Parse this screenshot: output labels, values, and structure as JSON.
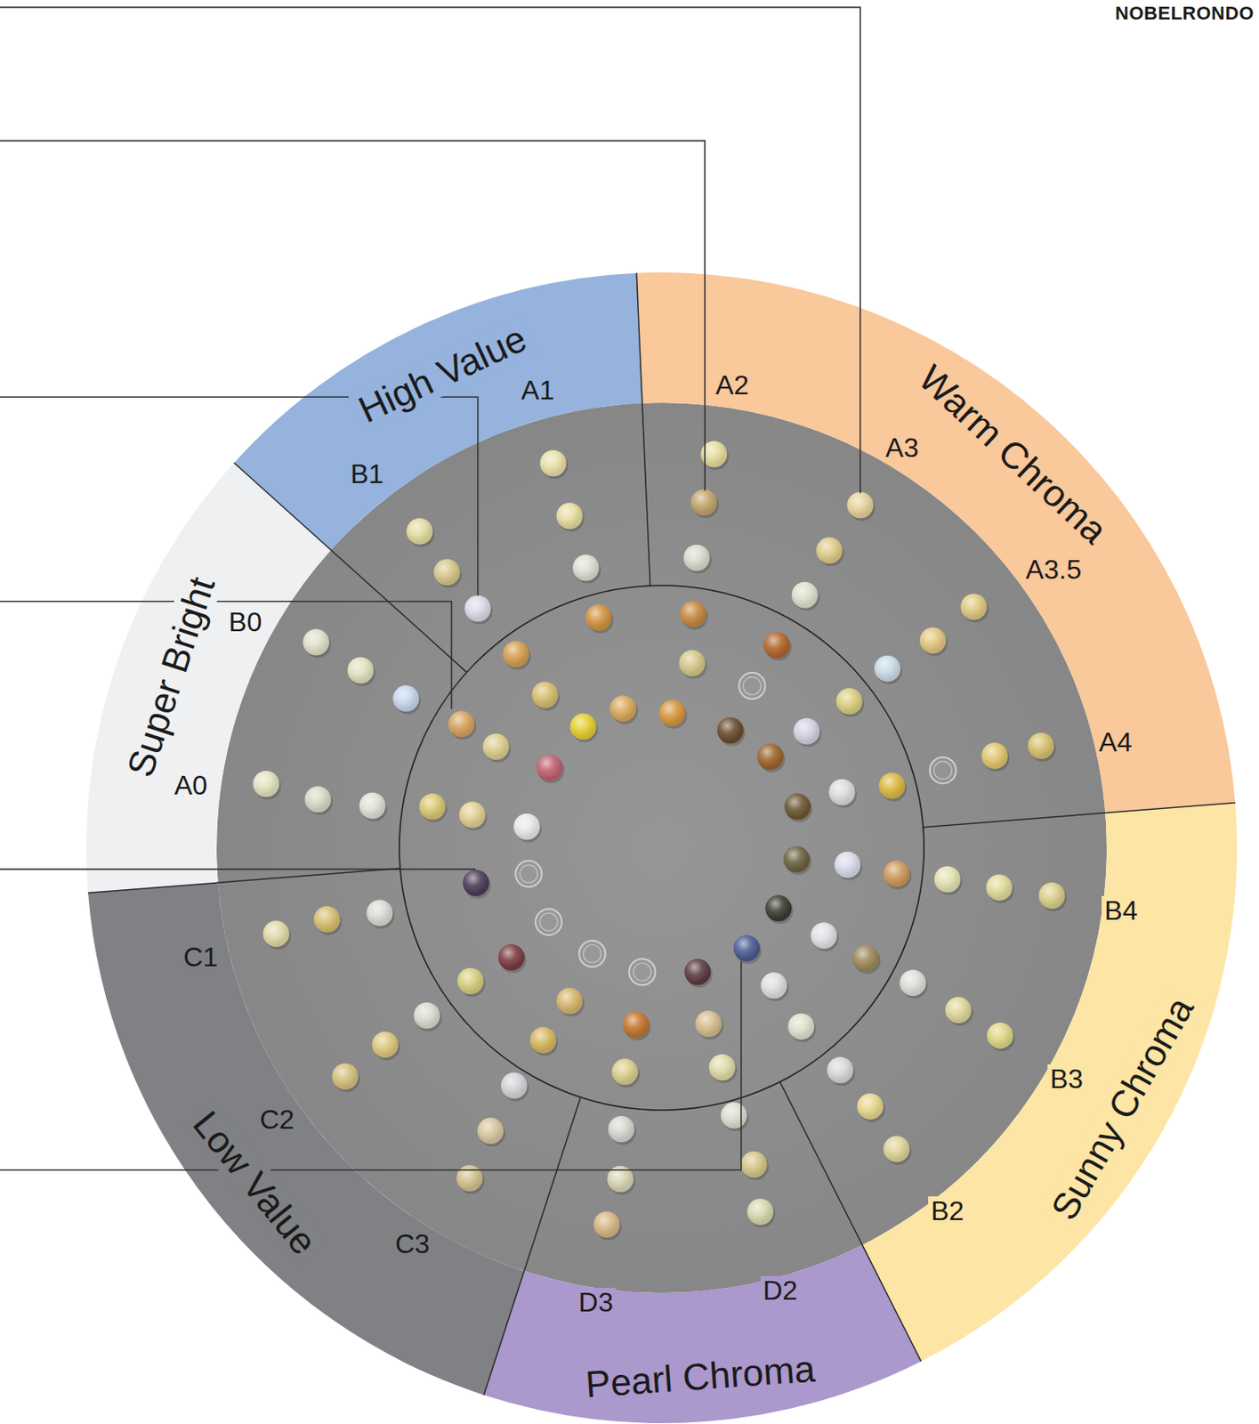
{
  "diagram": {
    "title": "NOBELRONDO",
    "nodes": [
      {
        "text": [
          "High Value"
        ]
      },
      {
        "text": [
          "Warm Chroma"
        ]
      },
      {
        "text": [
          "Sunny Chroma"
        ]
      },
      {
        "text": [
          "Pearl Chroma"
        ]
      },
      {
        "text": [
          "Low Value"
        ]
      },
      {
        "text": [
          "Super Bright"
        ]
      }
    ],
    "labels": [
      "A1",
      "B1",
      "A2",
      "A3",
      "A3.5",
      "A4",
      "B0",
      "A0",
      "B4",
      "C1",
      "C2",
      "B3",
      "C3",
      "B2",
      "D2",
      "D3"
    ]
  }
}
